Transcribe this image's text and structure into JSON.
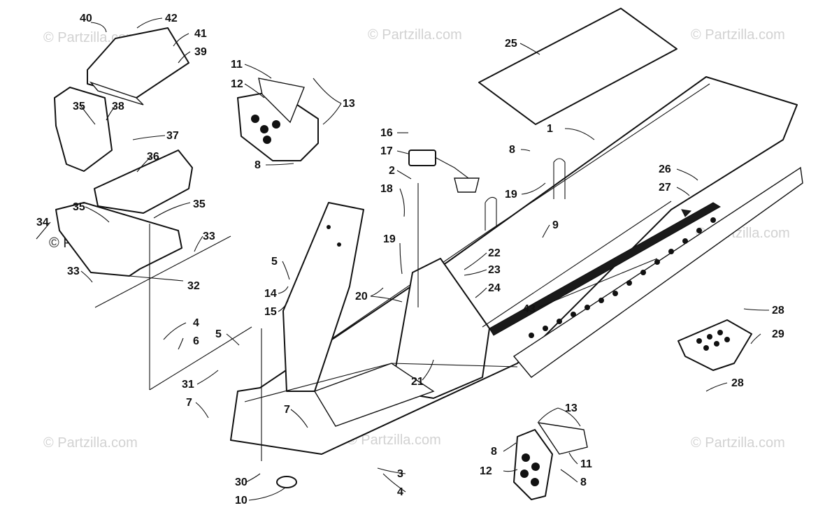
{
  "watermarks": [
    "© Partzilla.com",
    "© Partzilla.com",
    "© Partzilla.com",
    "© Partzilla.com",
    "© Partzilla.com",
    "© Partzilla.com",
    "© Partzilla.com",
    "© Partzilla.com"
  ],
  "callouts": [
    "40",
    "42",
    "41",
    "39",
    "35",
    "38",
    "37",
    "36",
    "35",
    "35",
    "34",
    "33",
    "33",
    "32",
    "11",
    "12",
    "13",
    "8",
    "16",
    "17",
    "2",
    "18",
    "19",
    "25",
    "1",
    "8",
    "19",
    "9",
    "26",
    "27",
    "22",
    "23",
    "24",
    "5",
    "14",
    "15",
    "20",
    "4",
    "6",
    "5",
    "31",
    "7",
    "7",
    "21",
    "43",
    "28",
    "29",
    "28",
    "13",
    "8",
    "11",
    "12",
    "8",
    "3",
    "4",
    "30",
    "10"
  ]
}
